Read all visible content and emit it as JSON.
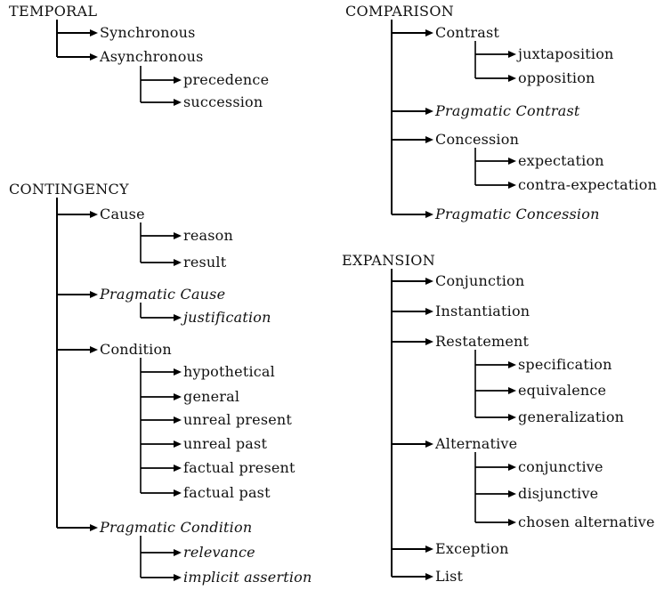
{
  "title": "Discourse relation hierarchy",
  "trees": [
    {
      "label": "TEMPORAL",
      "children": [
        {
          "label": "Synchronous",
          "italic": false,
          "children": []
        },
        {
          "label": "Asynchronous",
          "italic": false,
          "children": [
            {
              "label": "precedence",
              "italic": false
            },
            {
              "label": "succession",
              "italic": false
            }
          ]
        }
      ]
    },
    {
      "label": "CONTINGENCY",
      "children": [
        {
          "label": "Cause",
          "italic": false,
          "children": [
            {
              "label": "reason",
              "italic": false
            },
            {
              "label": "result",
              "italic": false
            }
          ]
        },
        {
          "label": "Pragmatic Cause",
          "italic": true,
          "children": [
            {
              "label": "justification",
              "italic": true
            }
          ]
        },
        {
          "label": "Condition",
          "italic": false,
          "children": [
            {
              "label": "hypothetical",
              "italic": false
            },
            {
              "label": "general",
              "italic": false
            },
            {
              "label": "unreal present",
              "italic": false
            },
            {
              "label": "unreal past",
              "italic": false
            },
            {
              "label": "factual present",
              "italic": false
            },
            {
              "label": "factual past",
              "italic": false
            }
          ]
        },
        {
          "label": "Pragmatic Condition",
          "italic": true,
          "children": [
            {
              "label": "relevance",
              "italic": true
            },
            {
              "label": "implicit assertion",
              "italic": true
            }
          ]
        }
      ]
    },
    {
      "label": "COMPARISON",
      "children": [
        {
          "label": "Contrast",
          "italic": false,
          "children": [
            {
              "label": "juxtaposition",
              "italic": false
            },
            {
              "label": "opposition",
              "italic": false
            }
          ]
        },
        {
          "label": "Pragmatic Contrast",
          "italic": true,
          "children": []
        },
        {
          "label": "Concession",
          "italic": false,
          "children": [
            {
              "label": "expectation",
              "italic": false
            },
            {
              "label": "contra-expectation",
              "italic": false
            }
          ]
        },
        {
          "label": "Pragmatic Concession",
          "italic": true,
          "children": []
        }
      ]
    },
    {
      "label": "EXPANSION",
      "children": [
        {
          "label": "Conjunction",
          "italic": false,
          "children": []
        },
        {
          "label": "Instantiation",
          "italic": false,
          "children": []
        },
        {
          "label": "Restatement",
          "italic": false,
          "children": [
            {
              "label": "specification",
              "italic": false
            },
            {
              "label": "equivalence",
              "italic": false
            },
            {
              "label": "generalization",
              "italic": false
            }
          ]
        },
        {
          "label": "Alternative",
          "italic": false,
          "children": [
            {
              "label": "conjunctive",
              "italic": false
            },
            {
              "label": "disjunctive",
              "italic": false
            },
            {
              "label": "chosen alternative",
              "italic": false
            }
          ]
        },
        {
          "label": "Exception",
          "italic": false,
          "children": []
        },
        {
          "label": "List",
          "italic": false,
          "children": []
        }
      ]
    }
  ]
}
